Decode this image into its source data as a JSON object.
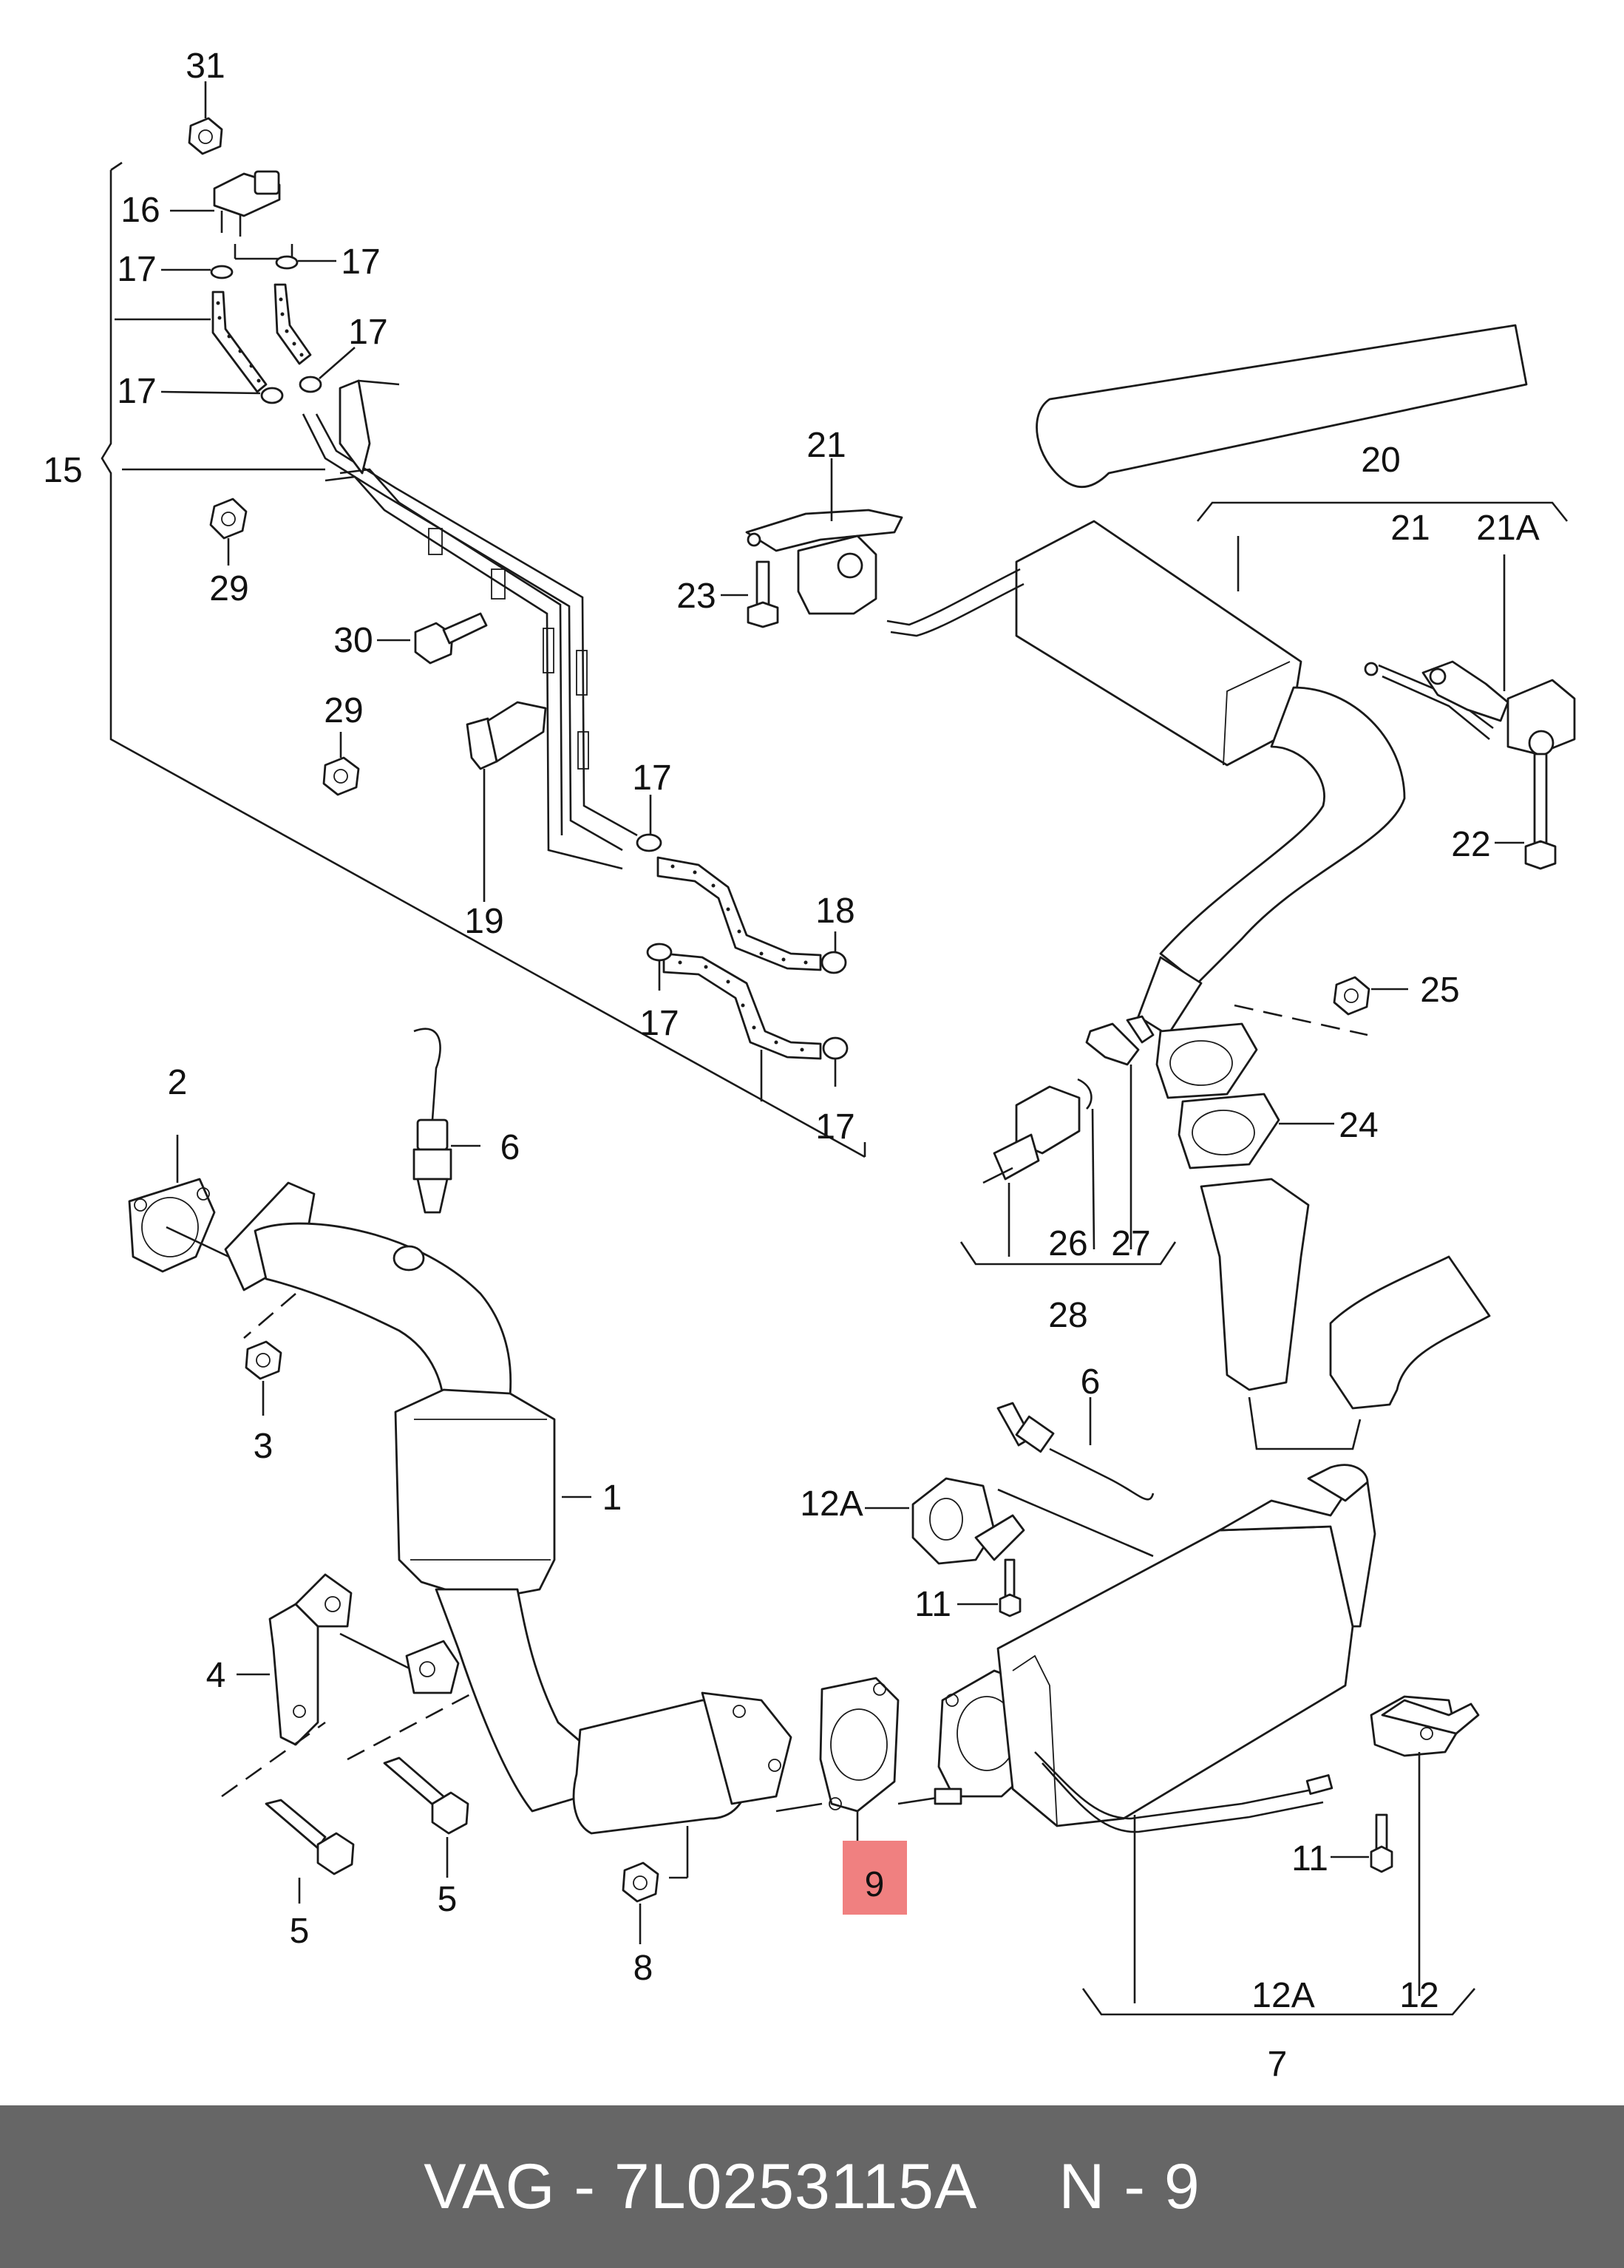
{
  "callouts": {
    "c31": "31",
    "c16": "16",
    "c17a": "17",
    "c17b": "17",
    "c17c": "17",
    "c17d": "17",
    "c15": "15",
    "c29a": "29",
    "c30": "30",
    "c29b": "29",
    "c19": "19",
    "c17e": "17",
    "c18": "18",
    "c17f": "17",
    "c17g": "17",
    "c21a": "21",
    "c23": "23",
    "c20": "20",
    "c21b": "21",
    "c21A": "21A",
    "c22": "22",
    "c25": "25",
    "c24": "24",
    "c26": "26",
    "c27": "27",
    "c28": "28",
    "c2": "2",
    "c6a": "6",
    "c3": "3",
    "c1": "1",
    "c4": "4",
    "c5a": "5",
    "c5b": "5",
    "c8": "8",
    "c9": "9",
    "c12Aa": "12A",
    "c11a": "11",
    "c6b": "6",
    "c11b": "11",
    "c12Ab": "12A",
    "c12": "12",
    "c7": "7"
  },
  "highlight_color": "#f08080",
  "footer": {
    "part_ref": "VAG - 7L0253115A",
    "item_ref": "N - 9",
    "background": "#666666"
  }
}
